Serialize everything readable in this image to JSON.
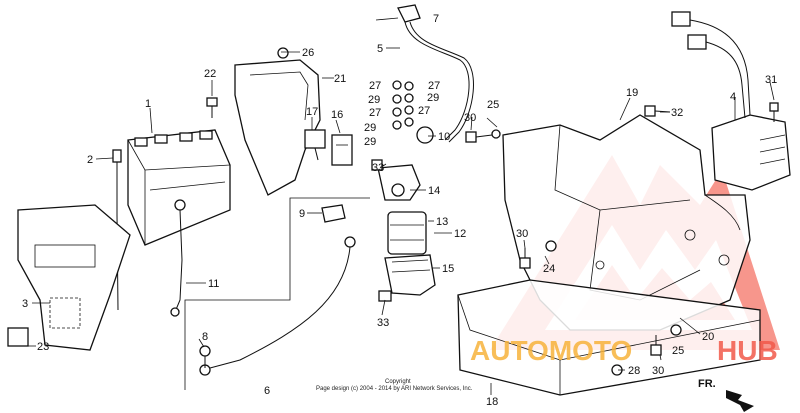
{
  "diagram": {
    "callouts": [
      "1",
      "2",
      "3",
      "4",
      "5",
      "6",
      "7",
      "8",
      "9",
      "10",
      "11",
      "12",
      "13",
      "14",
      "15",
      "16",
      "17",
      "18",
      "19",
      "20",
      "21",
      "22",
      "23",
      "24",
      "25",
      "26",
      "27",
      "28",
      "29",
      "30",
      "31",
      "32",
      "33"
    ],
    "copyright_line1": "Copyright",
    "copyright_line2": "Page design (c) 2004 - 2014 by ARI Network Services, Inc.",
    "direction_label": "FR."
  },
  "watermark": {
    "word_part1": "AUTOMOTO",
    "word_part2": "HUB",
    "color_primary": "#f25a4b",
    "color_accent": "#f7b33b"
  }
}
